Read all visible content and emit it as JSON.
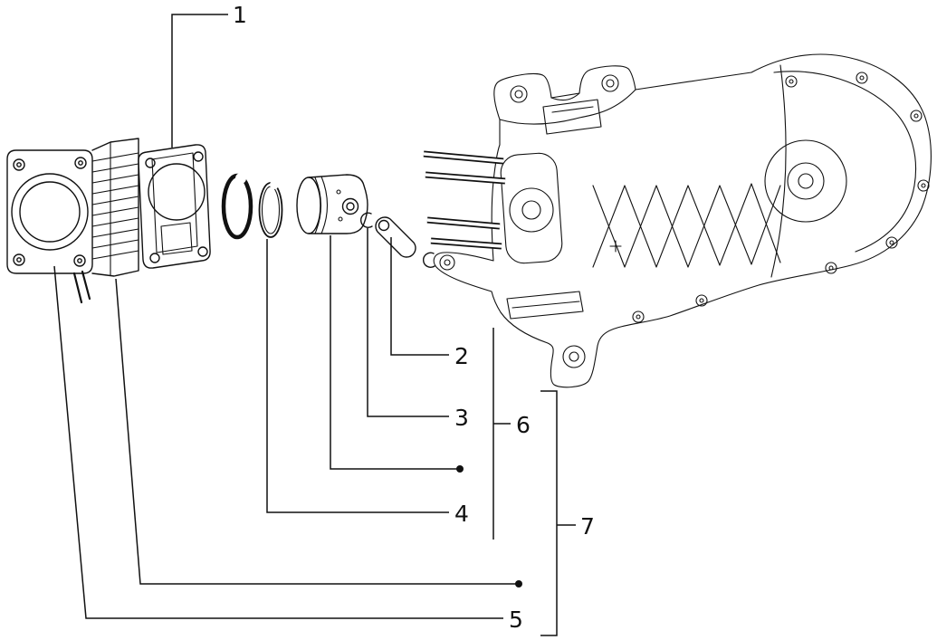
{
  "figure": {
    "background": "#ffffff",
    "line_color": "#111111"
  },
  "callouts": [
    "1",
    "2",
    "3",
    "4",
    "5",
    "6",
    "7"
  ]
}
